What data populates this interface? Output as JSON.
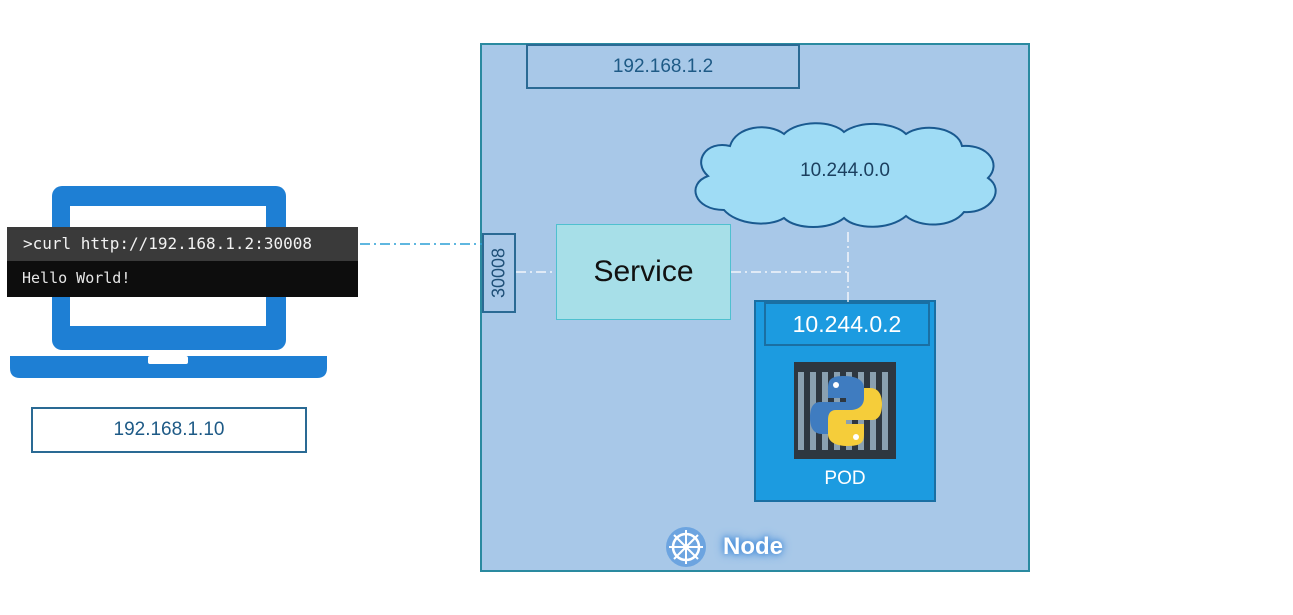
{
  "client": {
    "command": ">curl http://192.168.1.2:30008",
    "output": "Hello World!",
    "ip": "192.168.1.10"
  },
  "node": {
    "ip": "192.168.1.2",
    "label": "Node",
    "pod_network": "10.244.0.0",
    "node_port": "30008",
    "service_label": "Service",
    "pod": {
      "ip": "10.244.0.2",
      "label": "POD"
    }
  },
  "colors": {
    "laptop": "#1e7fd4",
    "node_bg": "#a8c8e8",
    "pod": "#1c9be0",
    "service": "#a7dfe8",
    "connector": "#2a9fd6"
  },
  "icons": [
    "laptop-icon",
    "cloud-icon",
    "python-icon",
    "kubernetes-wheel-icon"
  ]
}
